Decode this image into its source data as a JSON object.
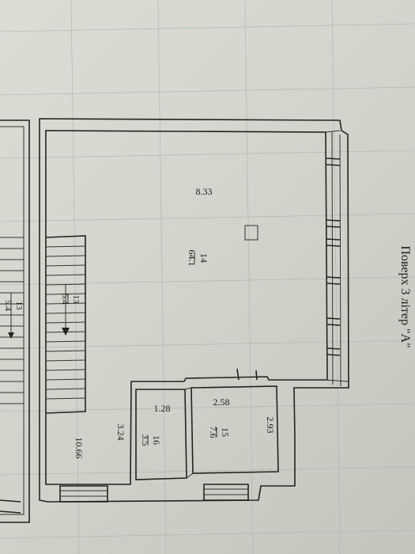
{
  "plan": {
    "title": "Поверх 3 літер \"А\"",
    "dims": {
      "main_room": "8.33",
      "room_1_28": "1.28",
      "room_2_58": "2.58",
      "side_2_93": "2.93",
      "side_3_24": "3.24",
      "side_10_66": "10.66"
    },
    "rooms": {
      "room14": {
        "num": "14",
        "area": "64.1"
      },
      "room15": {
        "num": "15",
        "area": "7.6"
      },
      "room16": {
        "num": "16",
        "area": "3.5"
      },
      "stair_a": {
        "num": "13",
        "area": "5.4"
      },
      "stair_b": {
        "num": "13",
        "area": "5.4"
      }
    }
  }
}
